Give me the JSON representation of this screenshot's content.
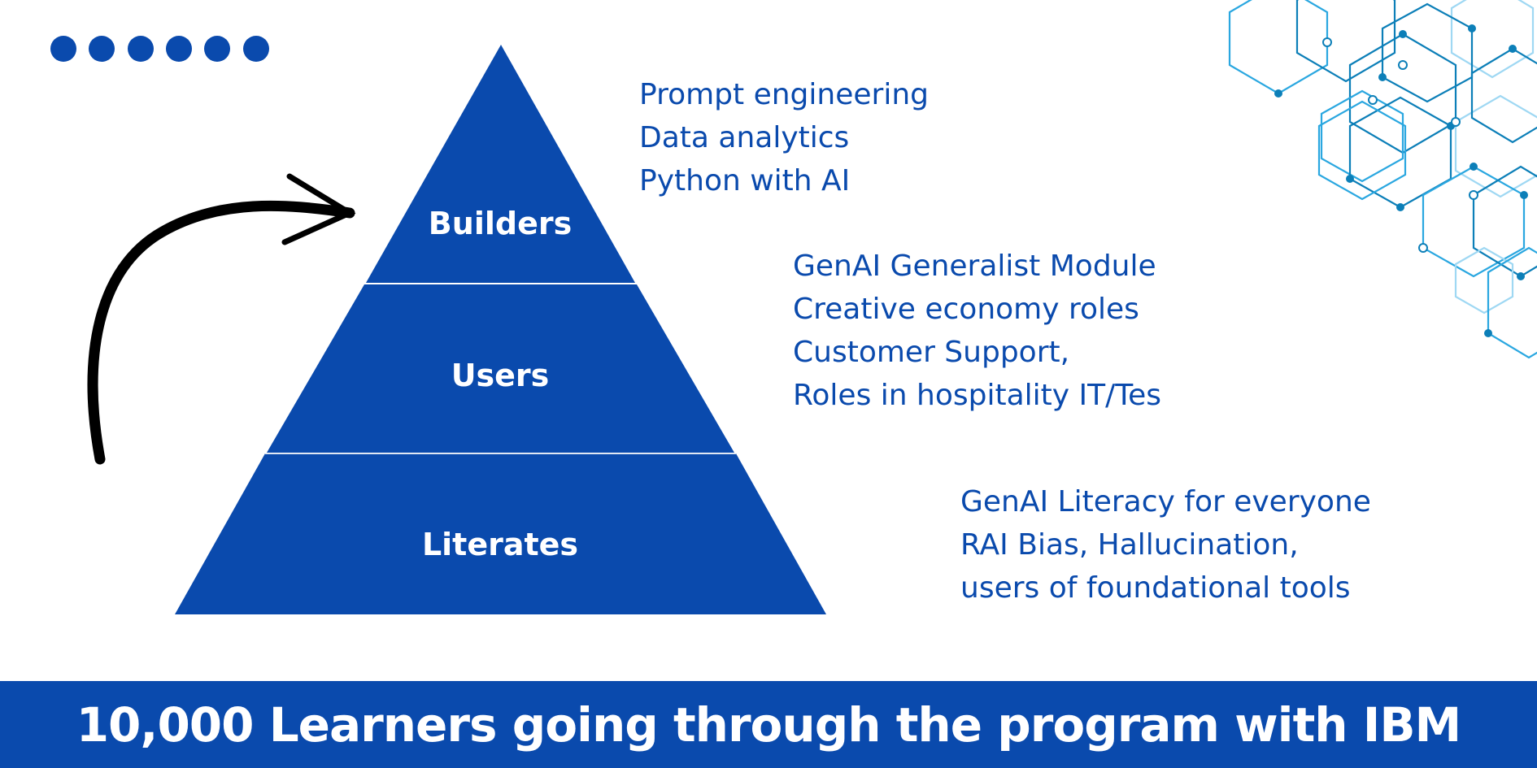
{
  "colors": {
    "primary": "#0a4aad",
    "hex_light": "#9fd8f3",
    "hex_mid": "#2aa7e0",
    "hex_dark": "#0c7fb8"
  },
  "decor": {
    "dots_count": 6,
    "icons": [
      "dots-icon",
      "hexagon-network-icon",
      "curved-arrow-icon"
    ]
  },
  "pyramid": {
    "tiers": [
      {
        "label": "Builders",
        "lines": [
          "Prompt engineering",
          "Data analytics",
          "Python with AI"
        ]
      },
      {
        "label": "Users",
        "lines": [
          "GenAI Generalist  Module",
          "Creative economy roles",
          "Customer Support,",
          "Roles in hospitality IT/Tes"
        ]
      },
      {
        "label": "Literates",
        "lines": [
          "GenAI Literacy for everyone",
          "RAI Bias, Hallucination,",
          "users of foundational tools"
        ]
      }
    ]
  },
  "banner": {
    "text": "10,000 Learners going through the program with IBM"
  }
}
